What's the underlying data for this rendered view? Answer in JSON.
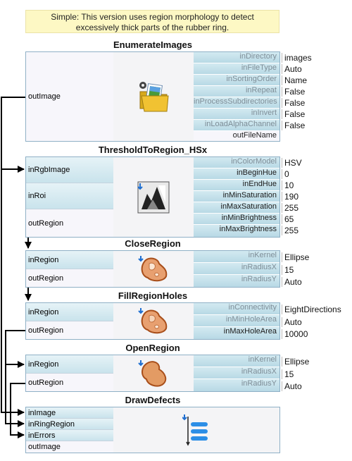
{
  "note": {
    "line1": "Simple: This version uses region morphology to detect",
    "line2": "excessively thick parts of the rubber ring."
  },
  "blocks": {
    "enumerate": {
      "title": "EnumerateImages",
      "icon": "folder-images-gear-icon",
      "outputs": [
        "outImage"
      ],
      "params": [
        {
          "name": "inDirectory",
          "value": "images"
        },
        {
          "name": "inFileType",
          "value": "Auto"
        },
        {
          "name": "inSortingOrder",
          "value": "Name"
        },
        {
          "name": "inRepeat",
          "value": "False"
        },
        {
          "name": "inProcessSubdirectories",
          "value": "False"
        },
        {
          "name": "inInvert",
          "value": "False"
        },
        {
          "name": "inLoadAlphaChannel",
          "value": "False"
        }
      ],
      "extra_output": "outFileName"
    },
    "threshold": {
      "title": "ThresholdToRegion_HSx",
      "icon": "threshold-image-icon",
      "inputs": [
        "inRgbImage",
        "inRoi"
      ],
      "outputs": [
        "outRegion"
      ],
      "params": [
        {
          "name": "inColorModel",
          "value": "HSV"
        },
        {
          "name": "inBeginHue",
          "value": "0"
        },
        {
          "name": "inEndHue",
          "value": "10"
        },
        {
          "name": "inMinSaturation",
          "value": "190"
        },
        {
          "name": "inMaxSaturation",
          "value": "255"
        },
        {
          "name": "inMinBrightness",
          "value": "65"
        },
        {
          "name": "inMaxBrightness",
          "value": "255"
        }
      ]
    },
    "close": {
      "title": "CloseRegion",
      "icon": "region-morph-icon",
      "inputs": [
        "inRegion"
      ],
      "outputs": [
        "outRegion"
      ],
      "params": [
        {
          "name": "inKernel",
          "value": "Ellipse"
        },
        {
          "name": "inRadiusX",
          "value": "15"
        },
        {
          "name": "inRadiusY",
          "value": "Auto"
        }
      ]
    },
    "fill": {
      "title": "FillRegionHoles",
      "icon": "region-fill-icon",
      "inputs": [
        "inRegion"
      ],
      "outputs": [
        "outRegion"
      ],
      "params": [
        {
          "name": "inConnectivity",
          "value": "EightDirections"
        },
        {
          "name": "inMinHoleArea",
          "value": "Auto"
        },
        {
          "name": "inMaxHoleArea",
          "value": "10000"
        }
      ]
    },
    "open": {
      "title": "OpenRegion",
      "icon": "region-open-icon",
      "inputs": [
        "inRegion"
      ],
      "outputs": [
        "outRegion"
      ],
      "params": [
        {
          "name": "inKernel",
          "value": "Ellipse"
        },
        {
          "name": "inRadiusX",
          "value": "15"
        },
        {
          "name": "inRadiusY",
          "value": "Auto"
        }
      ]
    },
    "draw": {
      "title": "DrawDefects",
      "icon": "draw-list-icon",
      "inputs": [
        "inImage",
        "inRingRegion",
        "inErrors"
      ],
      "outputs": [
        "outImage"
      ]
    }
  }
}
